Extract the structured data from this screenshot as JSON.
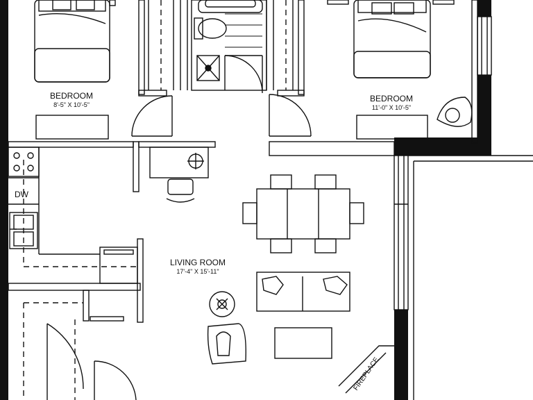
{
  "plan": {
    "rooms": [
      {
        "id": "bedroom-left",
        "name": "BEDROOM",
        "size": "8'-5\" X 10'-5\""
      },
      {
        "id": "bedroom-right",
        "name": "BEDROOM",
        "size": "11'-0\" X 10'-5\""
      },
      {
        "id": "living-room",
        "name": "LIVING ROOM",
        "size": "17'-4\" X 15'-11\""
      }
    ],
    "appliance_labels": {
      "dishwasher": "DW"
    },
    "feature_labels": {
      "fireplace": "FIREPLACE"
    }
  }
}
